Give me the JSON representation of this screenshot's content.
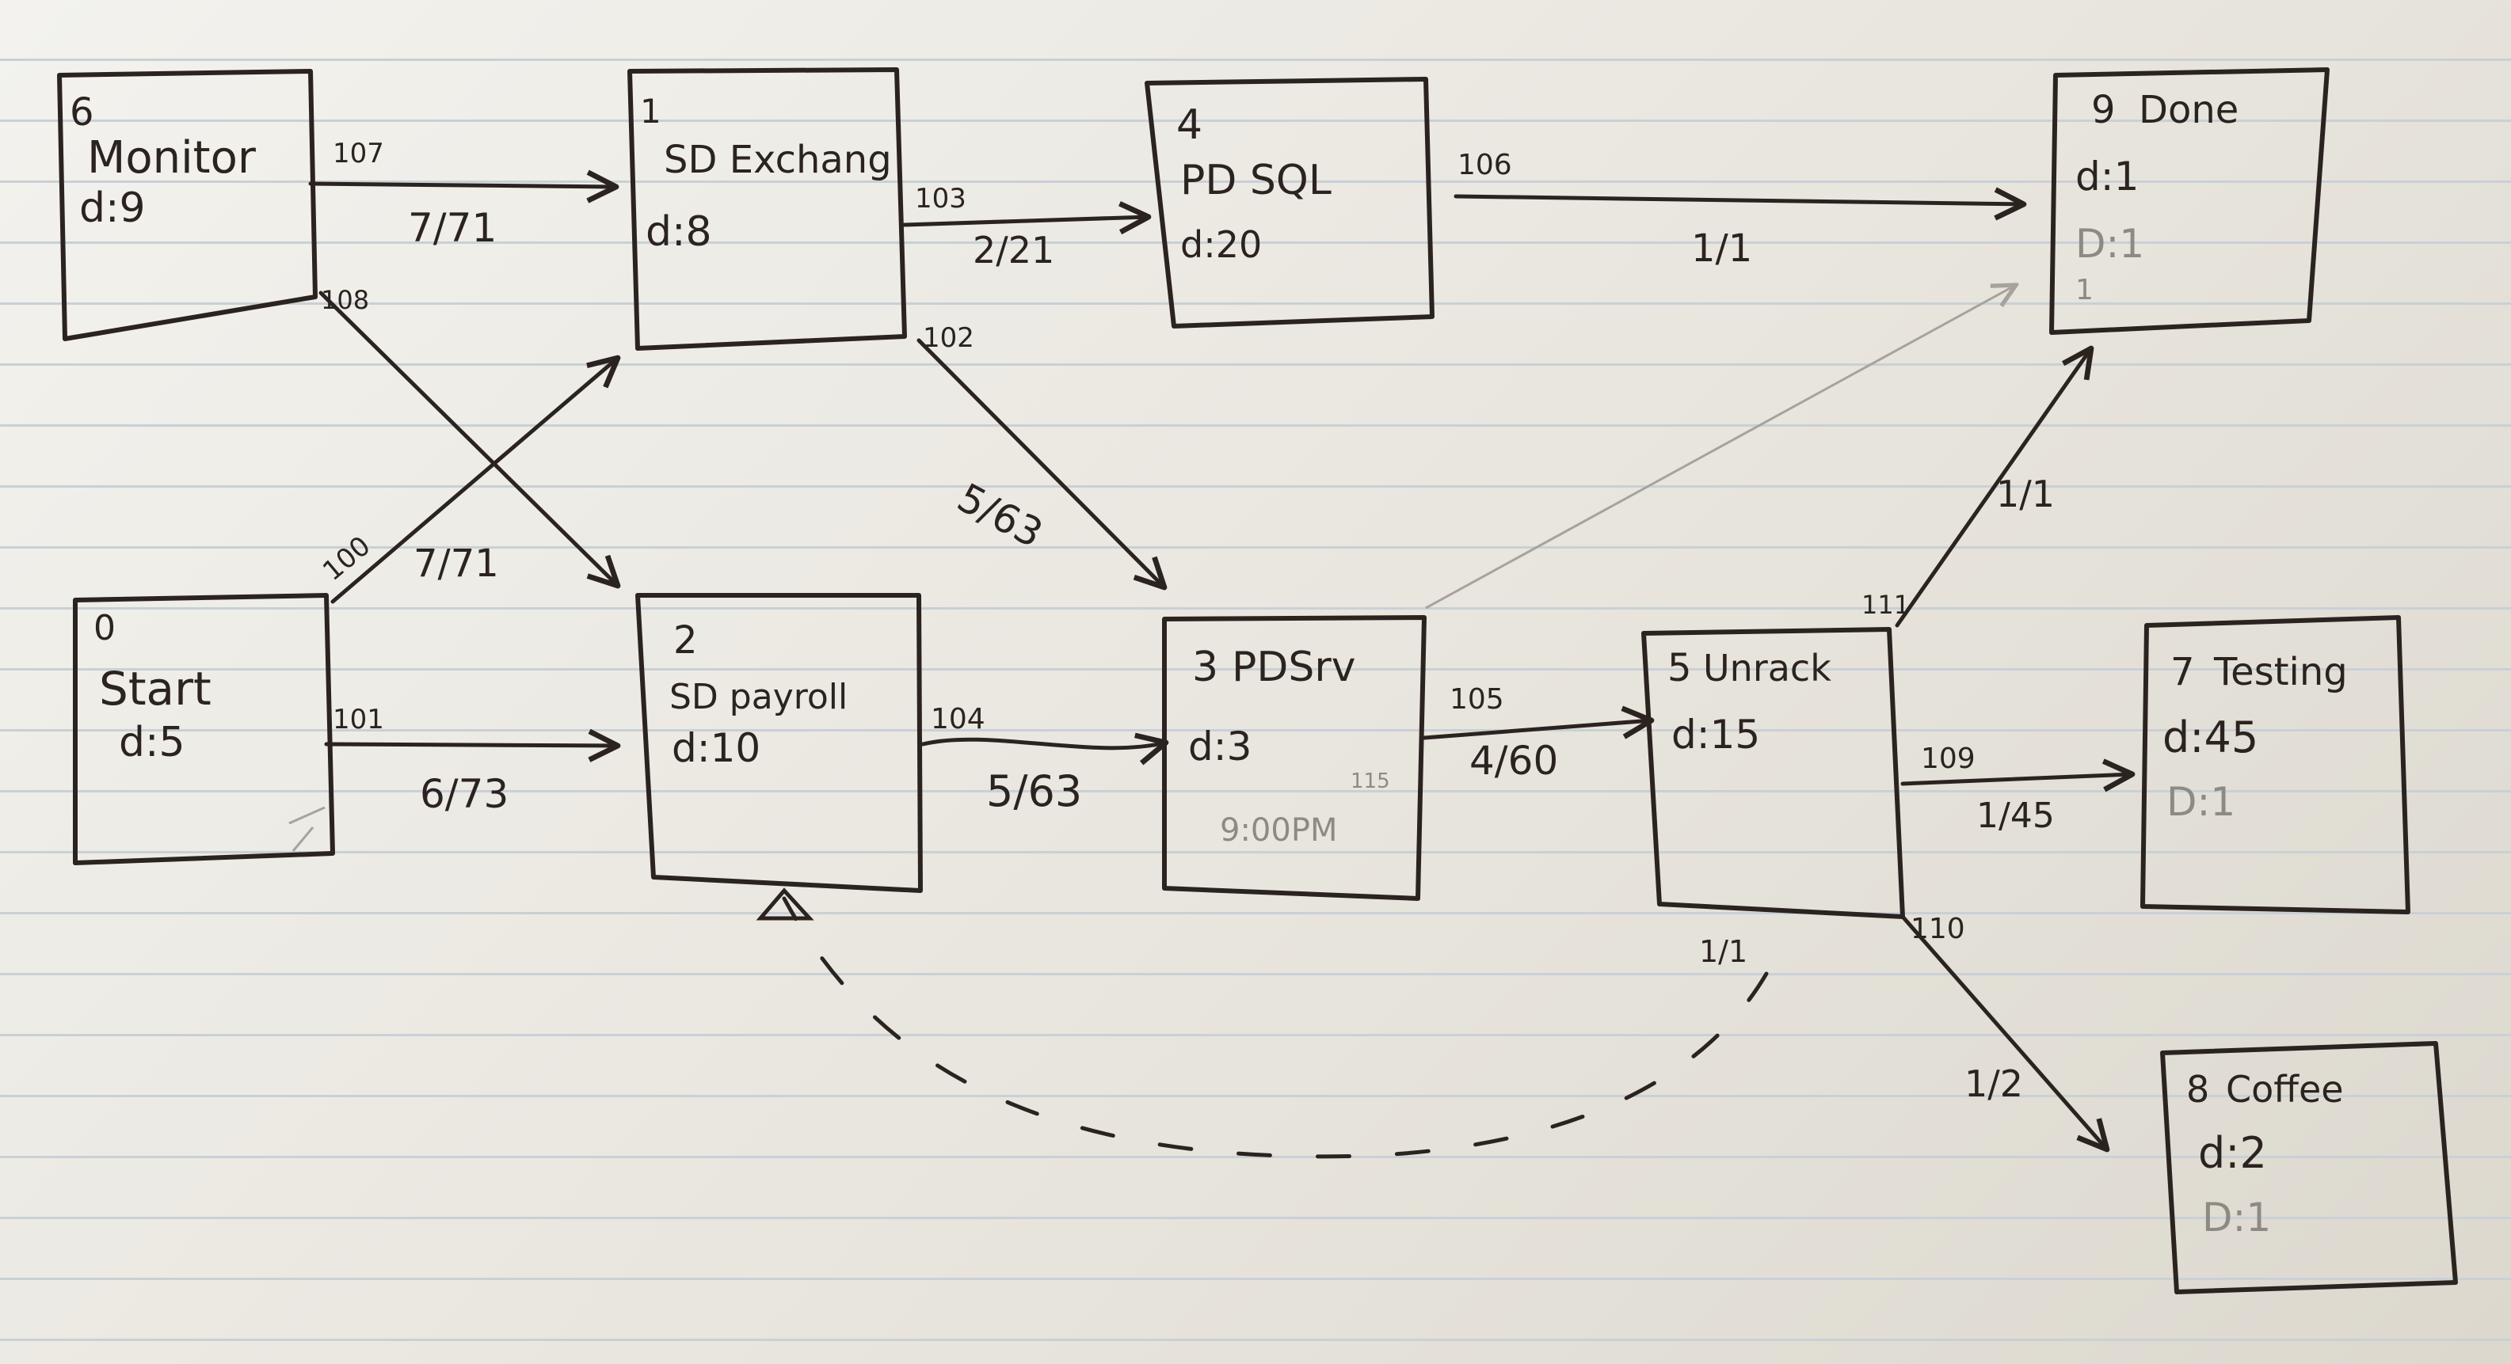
{
  "nodes": {
    "monitor": {
      "id": "6",
      "name": "Monitor",
      "dur": "d:9"
    },
    "start": {
      "id": "0",
      "name": "Start",
      "dur": "d:5"
    },
    "sd_exchange": {
      "id": "1",
      "name": "SD Exchang",
      "dur": "d:8"
    },
    "sd_payroll": {
      "id": "2",
      "name": "SD payroll",
      "dur": "d:10"
    },
    "pd_sql": {
      "id": "4",
      "name": "PD SQL",
      "dur": "d:20"
    },
    "pd_srv": {
      "id": "3",
      "name": "PDSrv",
      "dur": "d:3",
      "note": "9:00PM",
      "note_id": "115"
    },
    "unrack": {
      "id": "5",
      "name": "Unrack",
      "dur": "d:15"
    },
    "done": {
      "id": "9",
      "name": "Done",
      "dur": "d:1",
      "dur2": "D:1",
      "extra": "1"
    },
    "testing": {
      "id": "7",
      "name": "Testing",
      "dur": "d:45",
      "dur2": "D:1"
    },
    "coffee": {
      "id": "8",
      "name": "Coffee",
      "dur": "d:2",
      "dur2": "D:1"
    }
  },
  "edges": {
    "e107": {
      "id": "107",
      "label": "7/71"
    },
    "e108": {
      "id": "108",
      "label": ""
    },
    "e100": {
      "id": "100",
      "label": "7/71"
    },
    "e101": {
      "id": "101",
      "label": "6/73"
    },
    "e103": {
      "id": "103",
      "label": "2/21"
    },
    "e102": {
      "id": "102",
      "label": "5/63"
    },
    "e106": {
      "id": "106",
      "label": "1/1"
    },
    "e104": {
      "id": "104",
      "label": "5/63"
    },
    "e105": {
      "id": "105",
      "label": "4/60"
    },
    "e111": {
      "id": "111",
      "label": "1/1"
    },
    "e109": {
      "id": "109",
      "label": "1/45"
    },
    "e110": {
      "id": "110",
      "label": "1/2"
    },
    "e_dashed": {
      "id": "",
      "label": "1/1"
    }
  }
}
